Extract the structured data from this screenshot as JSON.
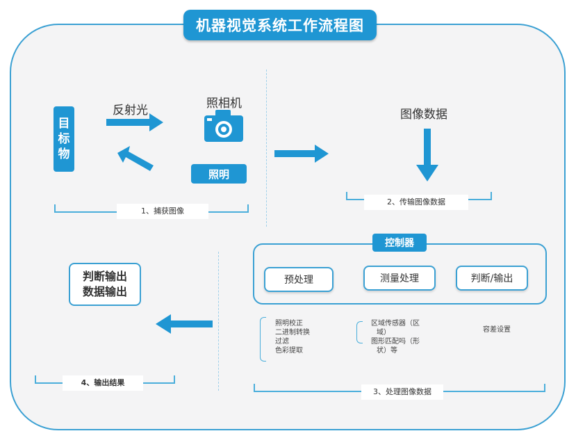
{
  "title": "机器视觉系统工作流程图",
  "capture": {
    "target_chars": [
      "目",
      "标",
      "物"
    ],
    "reflected_light": "反射光",
    "camera": "照相机",
    "lighting": "照明",
    "caption": "1、捕获图像"
  },
  "transfer": {
    "label": "图像数据",
    "caption": "2、传输图像数据"
  },
  "process": {
    "controller": "控制器",
    "steps": [
      "预处理",
      "测量处理",
      "判断/输出"
    ],
    "preprocess_items": [
      "照明校正",
      "二进制转换",
      "过滤",
      "色彩提取"
    ],
    "measure_items": [
      "区域传感器（区",
      "域）",
      "图形匹配吗（形",
      "状）等"
    ],
    "judge_item": "容差设置",
    "caption": "3、处理图像数据"
  },
  "output": {
    "lines": [
      "判断输出",
      "数据输出"
    ],
    "caption": "4、输出结果"
  },
  "colors": {
    "accent": "#1f96d3",
    "frame": "#3aa0d3",
    "panel_bg": "#f4f4f5"
  }
}
